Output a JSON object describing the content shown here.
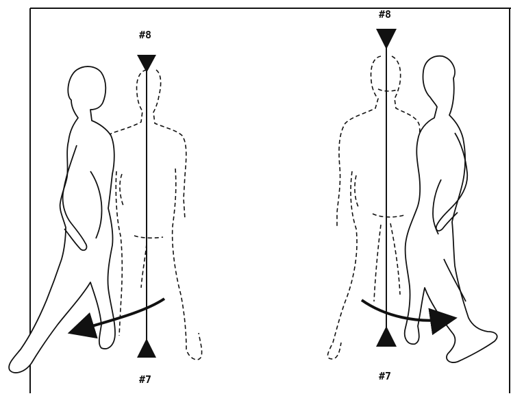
{
  "panels": [
    {
      "top_marker": "#8",
      "bottom_marker": "#7",
      "rotation": "counterclockwise"
    },
    {
      "top_marker": "#8",
      "bottom_marker": "#7",
      "rotation": "clockwise"
    }
  ],
  "colors": {
    "ink": "#111111",
    "background": "#ffffff"
  }
}
